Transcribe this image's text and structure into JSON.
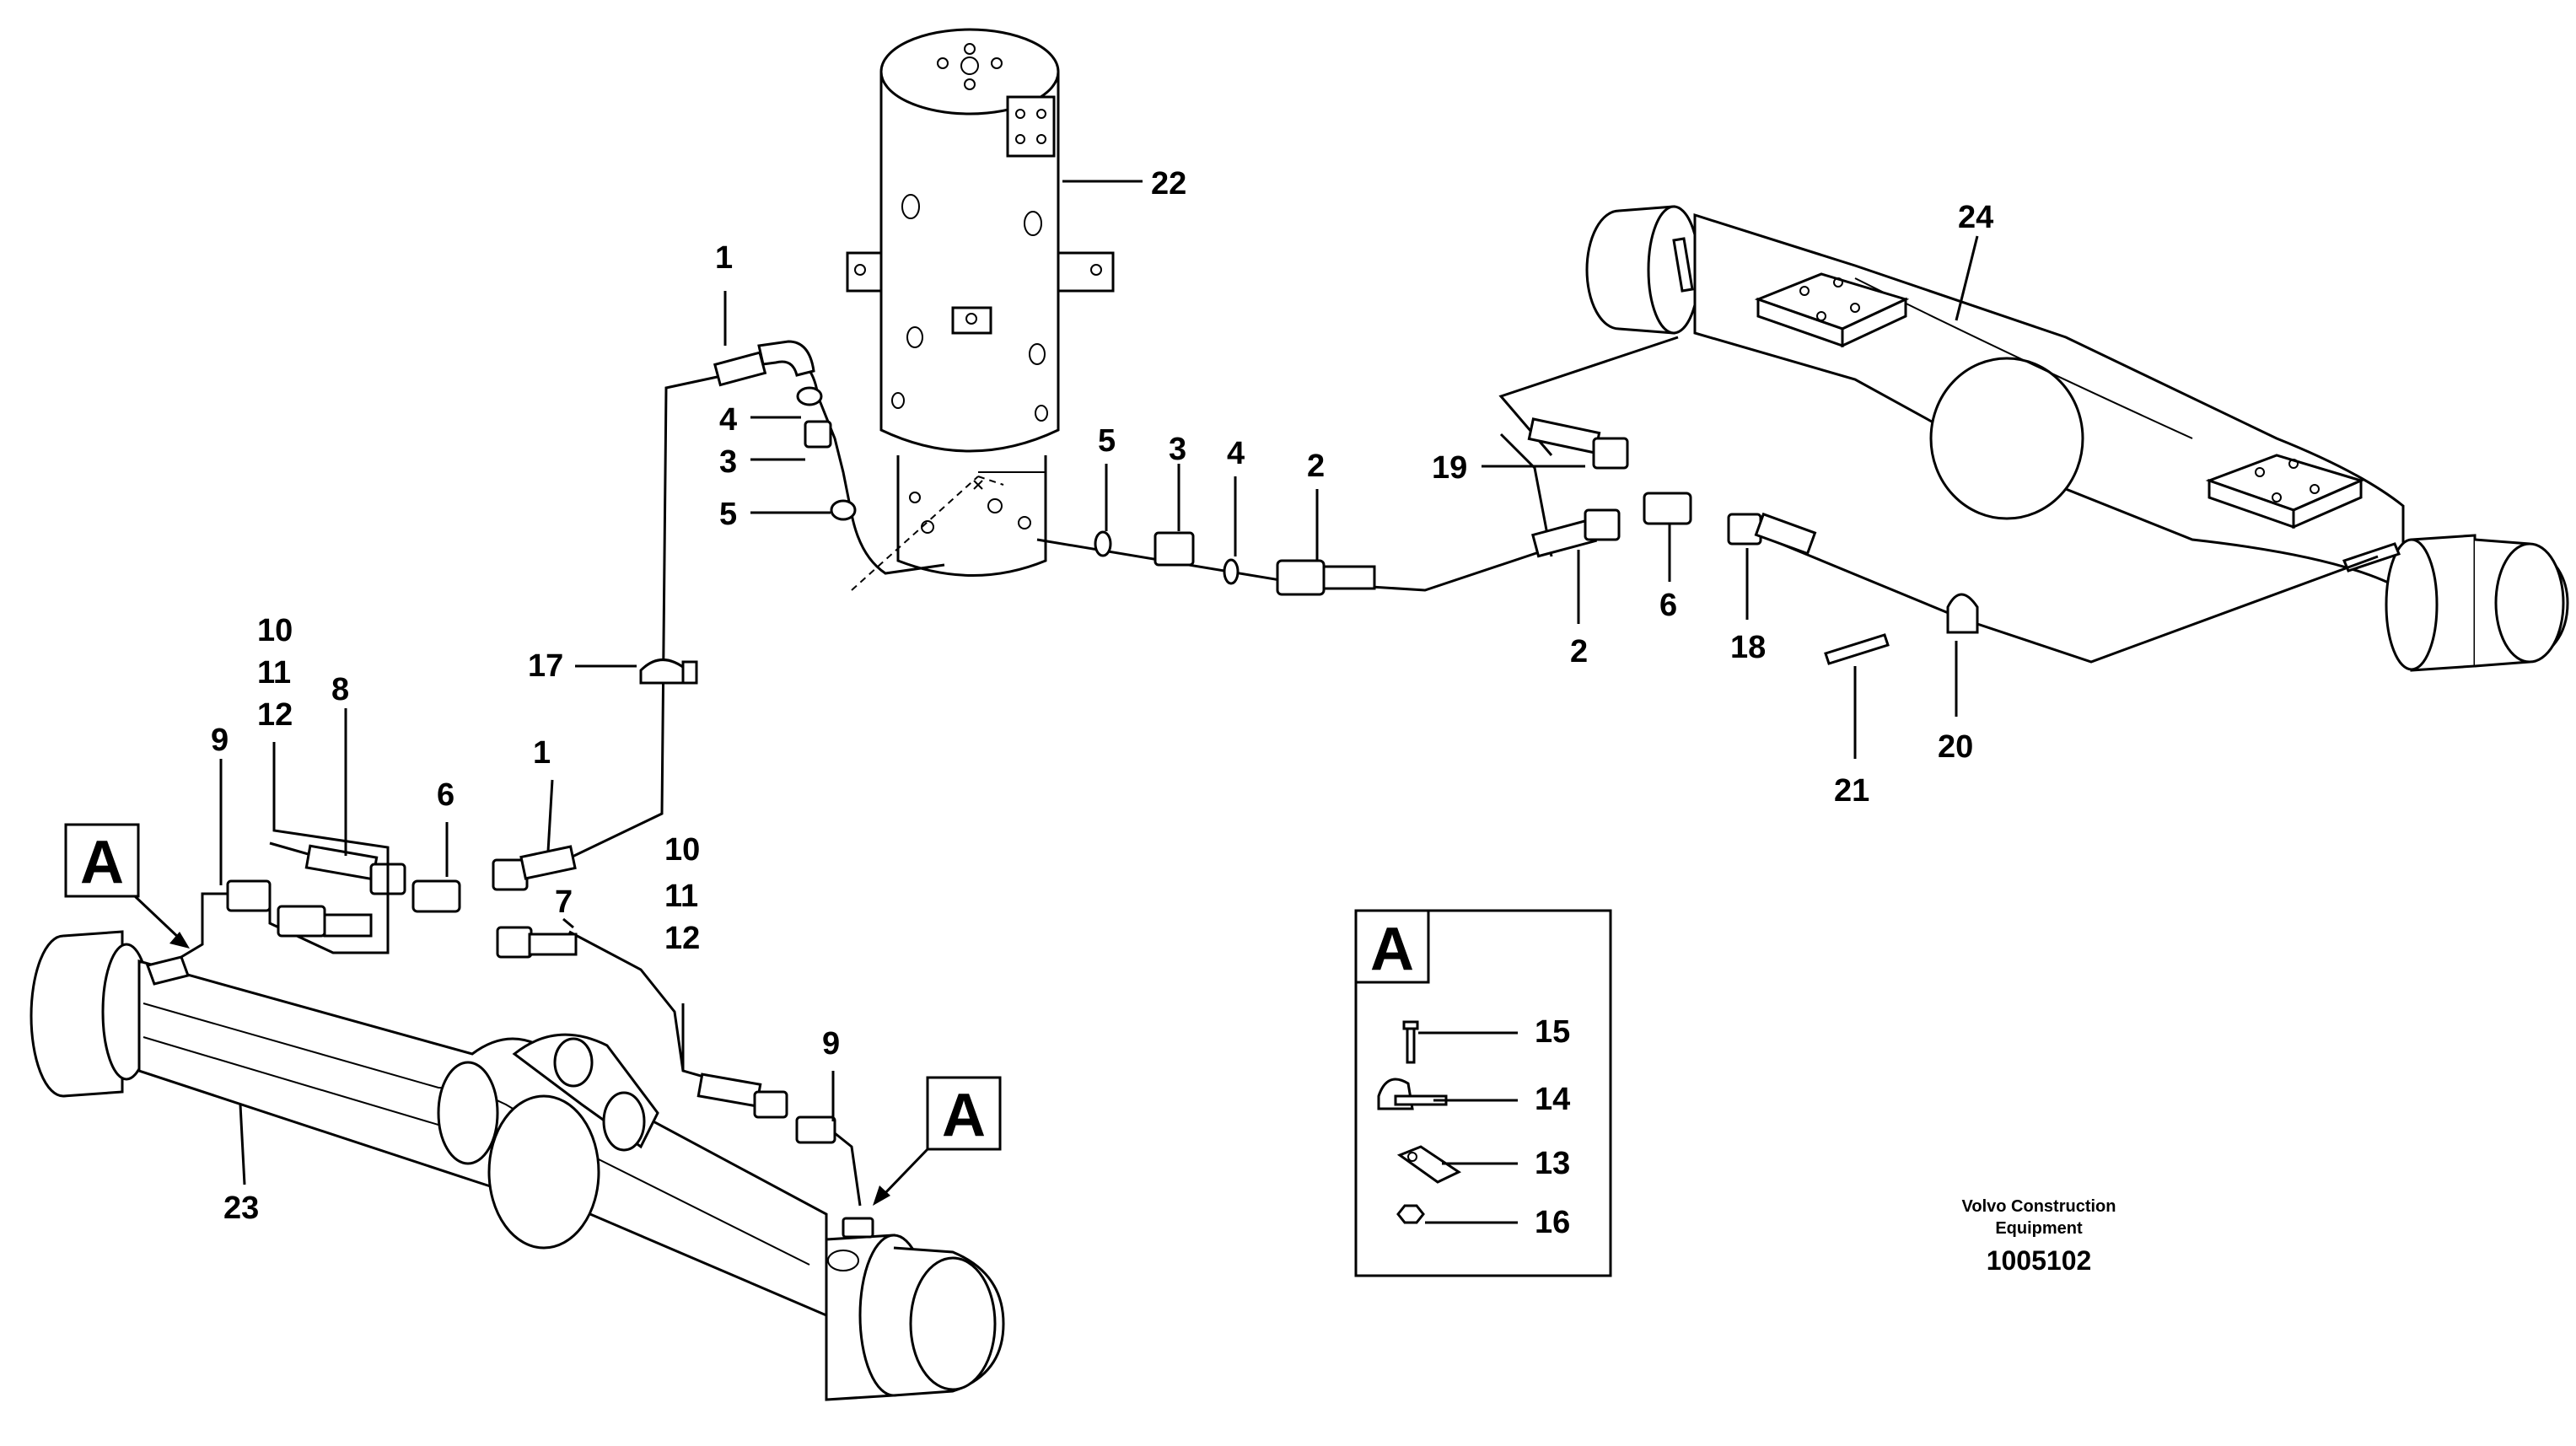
{
  "labels": {
    "p1a": "1",
    "p1b": "1",
    "p2a": "2",
    "p2b": "2",
    "p3a": "3",
    "p3b": "3",
    "p4a": "4",
    "p4b": "4",
    "p5a": "5",
    "p5b": "5",
    "p6a": "6",
    "p6b": "6",
    "p7": "7",
    "p8": "8",
    "p9a": "9",
    "p9b": "9",
    "p10a": "10",
    "p10b": "10",
    "p11a": "11",
    "p11b": "11",
    "p12a": "12",
    "p12b": "12",
    "p13": "13",
    "p14": "14",
    "p15": "15",
    "p16": "16",
    "p17": "17",
    "p18": "18",
    "p19": "19",
    "p20": "20",
    "p21": "21",
    "p22": "22",
    "p23": "23",
    "p24": "24"
  },
  "callouts": {
    "a1": "A",
    "a2": "A",
    "detail": "A"
  },
  "footer": {
    "brand_line1": "Volvo Construction",
    "brand_line2": "Equipment",
    "drawing_number": "1005102"
  }
}
